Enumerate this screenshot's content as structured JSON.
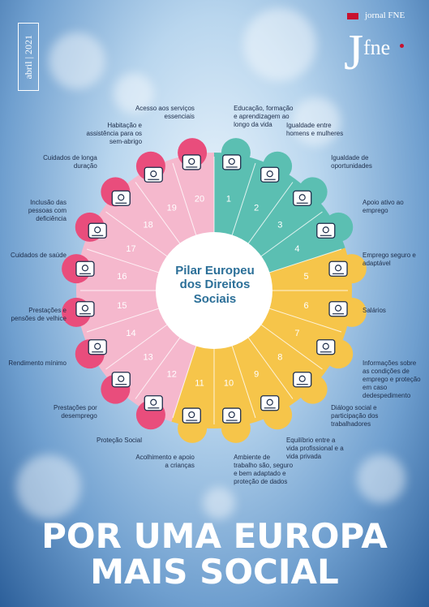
{
  "header": {
    "issue_date": "abril | 2021",
    "brand_name": "jornal FNE",
    "logo_letter": "J",
    "logo_fne": "fne"
  },
  "colors": {
    "teal": "#5bbfb2",
    "yellow": "#f6c54a",
    "pink": "#e94d7c",
    "light_pink": "#f5b8cd",
    "title": "#2b6f98"
  },
  "center": {
    "line1": "Pilar Europeu",
    "line2": "dos Direitos",
    "line3": "Sociais"
  },
  "principles": [
    {
      "number": "1",
      "label": "Educação, formação e aprendizagem ao longo da vida",
      "icon": "graduation-cap-icon"
    },
    {
      "number": "2",
      "label": "Igualdade entre homens e mulheres",
      "icon": "gender-equality-icon"
    },
    {
      "number": "3",
      "label": "Igualdade de oportunidades",
      "icon": "helping-hand-icon"
    },
    {
      "number": "4",
      "label": "Apoio ativo ao emprego",
      "icon": "presentation-board-icon"
    },
    {
      "number": "5",
      "label": "Emprego seguro e adaptável",
      "icon": "workers-group-icon"
    },
    {
      "number": "6",
      "label": "Salários",
      "icon": "coin-stacks-icon"
    },
    {
      "number": "7",
      "label": "Informações sobre as condições de emprego e proteção em caso dedespedimento",
      "icon": "info-shield-icon"
    },
    {
      "number": "8",
      "label": "Diálogo social e participação dos trabalhadores",
      "icon": "handshake-icon"
    },
    {
      "number": "9",
      "label": "Equilíbrio entre a vida profissional e a vida privada",
      "icon": "work-life-balance-icon"
    },
    {
      "number": "10",
      "label": "Ambiente de trabalho são, seguro e bem adaptado e proteção de dados",
      "icon": "safe-worker-icon"
    },
    {
      "number": "11",
      "label": "Acolhimento e apoio a crianças",
      "icon": "child-care-icon"
    },
    {
      "number": "12",
      "label": "Proteção Social",
      "icon": "family-protection-icon"
    },
    {
      "number": "13",
      "label": "Prestações por desemprego",
      "icon": "umbrella-family-icon"
    },
    {
      "number": "14",
      "label": "Rendimento mínimo",
      "icon": "hand-coins-icon"
    },
    {
      "number": "15",
      "label": "Prestações e pensões de velhice",
      "icon": "pension-document-icon"
    },
    {
      "number": "16",
      "label": "Cuidados de saúde",
      "icon": "medical-kit-icon"
    },
    {
      "number": "17",
      "label": "Inclusão das pessoas com deficiência",
      "icon": "wheelchair-icon"
    },
    {
      "number": "18",
      "label": "Cuidados de longa duração",
      "icon": "elderly-walker-icon"
    },
    {
      "number": "19",
      "label": "Habitação e assistência para os sem-abrigo",
      "icon": "house-bed-icon"
    },
    {
      "number": "20",
      "label": "Acesso aos serviços essenciais",
      "icon": "essential-services-icon"
    }
  ],
  "headline": {
    "line1": "POR UMA EUROPA",
    "line2": "MAIS SOCIAL"
  }
}
